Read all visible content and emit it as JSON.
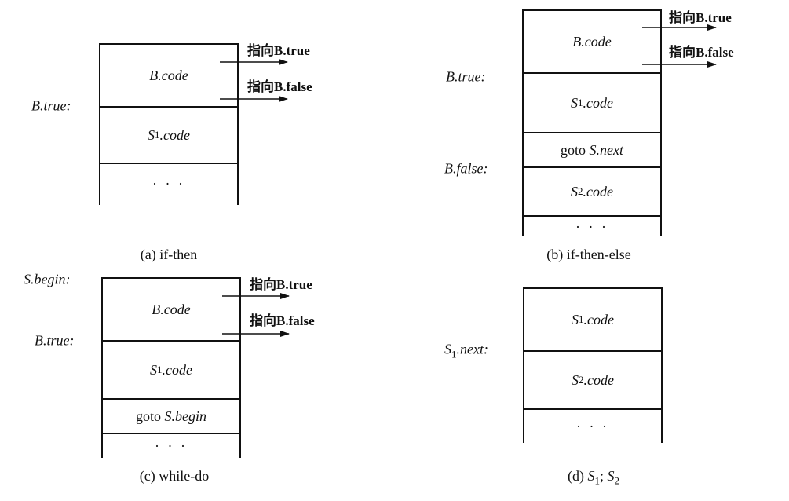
{
  "panel_a": {
    "caption": "(a) if-then",
    "cells": [
      "B.code",
      "S",
      "1",
      ".code",
      "· · ·"
    ],
    "labels": {
      "b_true": "B.true:"
    },
    "arrows": {
      "to_true": "指向B.true",
      "to_false": "指向B.false"
    }
  },
  "panel_b": {
    "caption": "(b) if-then-else",
    "cells": {
      "b_code": "B.code",
      "s1_prefix": "S",
      "s1_sub": "1",
      "s1_suffix": ".code",
      "goto_kw": "goto ",
      "goto_target": "S.next",
      "s2_prefix": "S",
      "s2_sub": "2",
      "s2_suffix": ".code",
      "dots": "· · ·"
    },
    "labels": {
      "b_true": "B.true:",
      "b_false": "B.false:"
    },
    "arrows": {
      "to_true": "指向B.true",
      "to_false": "指向B.false"
    }
  },
  "panel_c": {
    "caption": "(c) while-do",
    "cells": {
      "b_code": "B.code",
      "s1_prefix": "S",
      "s1_sub": "1",
      "s1_suffix": ".code",
      "goto_kw": "goto ",
      "goto_target": "S.begin",
      "dots": "· · ·"
    },
    "labels": {
      "s_begin": "S.begin:",
      "b_true": "B.true:"
    },
    "arrows": {
      "to_true": "指向B.true",
      "to_false": "指向B.false"
    }
  },
  "panel_d": {
    "caption_prefix": "(d) ",
    "caption_s1": "S",
    "caption_s1_sub": "1",
    "caption_sep": "; ",
    "caption_s2": "S",
    "caption_s2_sub": "2",
    "cells": {
      "s1_prefix": "S",
      "s1_sub": "1",
      "s1_suffix": ".code",
      "s2_prefix": "S",
      "s2_sub": "2",
      "s2_suffix": ".code",
      "dots": "· · ·"
    },
    "labels": {
      "s1_next_prefix": "S",
      "s1_next_sub": "1",
      "s1_next_suffix": ".next:"
    }
  }
}
